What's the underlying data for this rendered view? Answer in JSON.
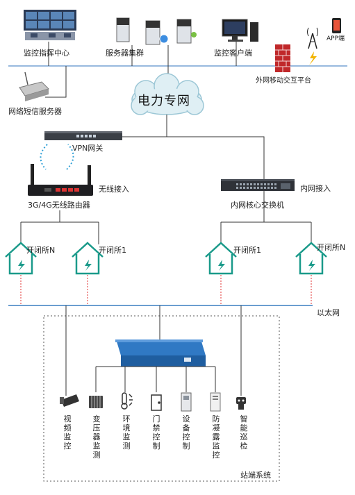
{
  "top": {
    "monitor_center": "监控指挥中心",
    "server_cluster": "服务器集群",
    "monitor_client": "监控客户端",
    "app_client": "APP端",
    "external_platform": "外网移动交互平台",
    "sms_server": "网络短信服务器"
  },
  "cloud": {
    "label": "电力专网"
  },
  "network": {
    "vpn_gateway": "VPN网关",
    "wireless_access": "无线接入",
    "router": "3G/4G无线路由器",
    "lan_access": "内网接入",
    "core_switch": "内网核心交换机"
  },
  "substations": [
    {
      "label": "开闭所N"
    },
    {
      "label": "开闭所1"
    },
    {
      "label": "开闭所1"
    },
    {
      "label": "开闭所N"
    }
  ],
  "ethernet": {
    "label": "以太网"
  },
  "station": {
    "label": "站端系统",
    "devices": [
      {
        "label": "视频监控",
        "icon": "camera-icon"
      },
      {
        "label": "变压器监测",
        "icon": "transformer-icon"
      },
      {
        "label": "环境监测",
        "icon": "thermometer-icon"
      },
      {
        "label": "门禁控制",
        "icon": "door-icon"
      },
      {
        "label": "设备控制",
        "icon": "cabinet-icon"
      },
      {
        "label": "防凝露监控",
        "icon": "dehumidifier-icon"
      },
      {
        "label": "智能巡检",
        "icon": "robot-icon"
      }
    ]
  },
  "colors": {
    "line": "#3a7fc1",
    "dashed_red": "#e03030",
    "house": "#1a9a8a",
    "firewall": "#c0282a",
    "device_blue": "#2a6fb5"
  }
}
